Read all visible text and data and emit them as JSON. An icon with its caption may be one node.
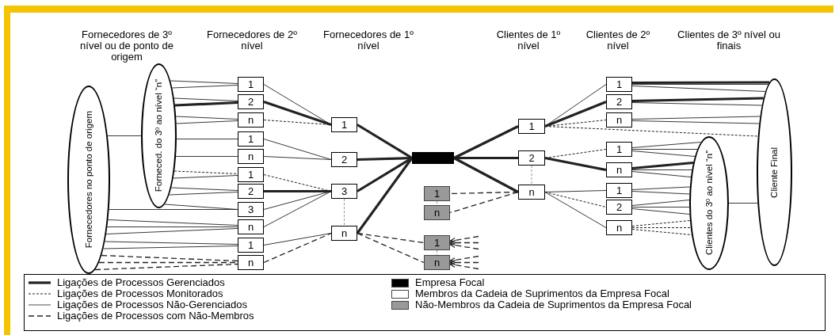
{
  "diagram": {
    "nodes": [
      {
        "text": [
          "Fornecedores no ponto de origem"
        ]
      },
      {
        "text": [
          "Forneced. do 3º ao nível “n”"
        ]
      },
      {
        "text": [
          "1"
        ]
      },
      {
        "text": [
          "2"
        ]
      },
      {
        "text": [
          "n"
        ]
      },
      {
        "text": [
          "1"
        ]
      },
      {
        "text": [
          "n"
        ]
      },
      {
        "text": [
          "1"
        ]
      },
      {
        "text": [
          "2"
        ]
      },
      {
        "text": [
          "3"
        ]
      },
      {
        "text": [
          "n"
        ]
      },
      {
        "text": [
          "1"
        ]
      },
      {
        "text": [
          "n"
        ]
      },
      {
        "text": [
          "1"
        ]
      },
      {
        "text": [
          "2"
        ]
      },
      {
        "text": [
          "3"
        ]
      },
      {
        "text": [
          "n"
        ]
      },
      {
        "text": [],
        "shape": "box"
      },
      {
        "text": [
          "1"
        ]
      },
      {
        "text": [
          "n"
        ]
      },
      {
        "text": [
          "1"
        ]
      },
      {
        "text": [
          "n"
        ]
      },
      {
        "text": [
          "1"
        ]
      },
      {
        "text": [
          "2"
        ]
      },
      {
        "text": [
          "n"
        ]
      },
      {
        "text": [
          "1"
        ]
      },
      {
        "text": [
          "2"
        ]
      },
      {
        "text": [
          "n"
        ]
      },
      {
        "text": [
          "1"
        ]
      },
      {
        "text": [
          "n"
        ]
      },
      {
        "text": [
          "1"
        ]
      },
      {
        "text": [
          "2"
        ]
      },
      {
        "text": [
          "n"
        ]
      },
      {
        "text": [
          "Clientes do 3º ao nível “n”"
        ]
      },
      {
        "text": [
          "Cliente Final"
        ]
      }
    ],
    "edges": [
      {
        "from": 0,
        "to": 1,
        "arrow": "none"
      },
      {
        "from": 1,
        "to": 2,
        "arrow": "none"
      },
      {
        "from": 1,
        "to": 2,
        "arrow": "none"
      },
      {
        "from": 1,
        "to": 3,
        "arrow": "none"
      },
      {
        "from": 1,
        "to": 3,
        "arrow": "none",
        "style": "thick"
      },
      {
        "from": 1,
        "to": 4,
        "arrow": "none"
      },
      {
        "from": 1,
        "to": 4,
        "arrow": "none"
      },
      {
        "from": 1,
        "to": 5,
        "arrow": "none"
      },
      {
        "from": 1,
        "to": 6,
        "arrow": "none"
      },
      {
        "from": 1,
        "to": 7,
        "arrow": "none",
        "style": "dashed"
      },
      {
        "from": 1,
        "to": 7,
        "arrow": "none"
      },
      {
        "from": 1,
        "to": 8,
        "arrow": "none"
      },
      {
        "from": 1,
        "to": 8,
        "arrow": "none"
      },
      {
        "from": 1,
        "to": 9,
        "arrow": "none"
      },
      {
        "from": 0,
        "to": 9,
        "arrow": "none"
      },
      {
        "from": 0,
        "to": 10,
        "arrow": "none"
      },
      {
        "from": 0,
        "to": 10,
        "arrow": "none"
      },
      {
        "from": 0,
        "to": 10,
        "arrow": "none"
      },
      {
        "from": 0,
        "to": 11,
        "arrow": "none"
      },
      {
        "from": 0,
        "to": 11,
        "arrow": "none"
      },
      {
        "from": 0,
        "to": 12,
        "arrow": "none",
        "style": "dashed"
      },
      {
        "from": 0,
        "to": 12,
        "arrow": "none",
        "style": "dashed"
      },
      {
        "from": 0,
        "to": 12,
        "arrow": "none",
        "style": "dashed"
      },
      {
        "from": 2,
        "to": 13,
        "arrow": "none"
      },
      {
        "from": 3,
        "to": 13,
        "arrow": "none",
        "style": "thick"
      },
      {
        "from": 4,
        "to": 13,
        "arrow": "none",
        "style": "dashed"
      },
      {
        "from": 5,
        "to": 14,
        "arrow": "none"
      },
      {
        "from": 6,
        "to": 14,
        "arrow": "none"
      },
      {
        "from": 7,
        "to": 15,
        "arrow": "none",
        "style": "dashed"
      },
      {
        "from": 8,
        "to": 15,
        "arrow": "none",
        "style": "thick"
      },
      {
        "from": 9,
        "to": 15,
        "arrow": "none"
      },
      {
        "from": 10,
        "to": 15,
        "arrow": "none"
      },
      {
        "from": 11,
        "to": 16,
        "arrow": "none"
      },
      {
        "from": 12,
        "to": 16,
        "arrow": "none",
        "style": "dashed"
      },
      {
        "from": 13,
        "to": 17,
        "arrow": "none",
        "style": "thick"
      },
      {
        "from": 14,
        "to": 17,
        "arrow": "none",
        "style": "thick"
      },
      {
        "from": 15,
        "to": 17,
        "arrow": "none",
        "style": "thick"
      },
      {
        "from": 16,
        "to": 17,
        "arrow": "none",
        "style": "thick"
      },
      {
        "from": 15,
        "to": 16,
        "arrow": "none",
        "style": "dashed",
        "color": "#999999"
      },
      {
        "from": 16,
        "to": 20,
        "arrow": "none",
        "style": "dashed"
      },
      {
        "from": 16,
        "to": 21,
        "arrow": "none",
        "style": "dashed"
      },
      {
        "from": 18,
        "to": 19,
        "arrow": "none",
        "style": "dashed",
        "color": "#999999"
      },
      {
        "from": 20,
        "to": 21,
        "arrow": "none",
        "style": "dashed",
        "color": "#999999"
      },
      {
        "from": null,
        "to": 20,
        "arrow": "to",
        "style": "dashed"
      },
      {
        "from": null,
        "to": 20,
        "arrow": "to",
        "style": "dashed"
      },
      {
        "from": null,
        "to": 20,
        "arrow": "to",
        "style": "dashed"
      },
      {
        "from": null,
        "to": 21,
        "arrow": "to",
        "style": "dashed"
      },
      {
        "from": null,
        "to": 21,
        "arrow": "to",
        "style": "dashed"
      },
      {
        "from": null,
        "to": 21,
        "arrow": "to",
        "style": "dashed"
      },
      {
        "from": 17,
        "to": 22,
        "arrow": "none",
        "style": "thick"
      },
      {
        "from": 17,
        "to": 23,
        "arrow": "none",
        "style": "thick"
      },
      {
        "from": 17,
        "to": 24,
        "arrow": "none",
        "style": "thick"
      },
      {
        "from": 23,
        "to": 24,
        "arrow": "none",
        "style": "dashed",
        "color": "#999999"
      },
      {
        "from": 24,
        "to": 18,
        "arrow": "none",
        "style": "dashed"
      },
      {
        "from": 24,
        "to": 19,
        "arrow": "none",
        "style": "dashed"
      },
      {
        "from": 22,
        "to": 25,
        "arrow": "none"
      },
      {
        "from": 22,
        "to": 26,
        "arrow": "none",
        "style": "thick"
      },
      {
        "from": 22,
        "to": 27,
        "arrow": "none",
        "style": "dashed"
      },
      {
        "from": 22,
        "to": 34,
        "arrow": "none",
        "style": "dashed"
      },
      {
        "from": 23,
        "to": 28,
        "arrow": "none",
        "style": "dashed"
      },
      {
        "from": 23,
        "to": 29,
        "arrow": "none",
        "style": "thick"
      },
      {
        "from": 24,
        "to": 30,
        "arrow": "none"
      },
      {
        "from": 24,
        "to": 31,
        "arrow": "none",
        "style": "dashed"
      },
      {
        "from": 24,
        "to": 32,
        "arrow": "none"
      },
      {
        "from": 25,
        "to": 34,
        "arrow": "none",
        "style": "thick"
      },
      {
        "from": 25,
        "to": 34,
        "arrow": "none"
      },
      {
        "from": 25,
        "to": 34,
        "arrow": "none"
      },
      {
        "from": 26,
        "to": 34,
        "arrow": "none",
        "style": "thick"
      },
      {
        "from": 26,
        "to": 34,
        "arrow": "none"
      },
      {
        "from": 27,
        "to": 34,
        "arrow": "none"
      },
      {
        "from": 27,
        "to": 34,
        "arrow": "none"
      },
      {
        "from": 28,
        "to": 33,
        "arrow": "none"
      },
      {
        "from": 28,
        "to": 33,
        "arrow": "none"
      },
      {
        "from": 28,
        "to": 33,
        "arrow": "none"
      },
      {
        "from": 29,
        "to": 33,
        "arrow": "none",
        "style": "thick"
      },
      {
        "from": 29,
        "to": 33,
        "arrow": "none"
      },
      {
        "from": 29,
        "to": 33,
        "arrow": "none"
      },
      {
        "from": 30,
        "to": 33,
        "arrow": "none"
      },
      {
        "from": 30,
        "to": 33,
        "arrow": "none"
      },
      {
        "from": 31,
        "to": 33,
        "arrow": "none"
      },
      {
        "from": 31,
        "to": 33,
        "arrow": "none"
      },
      {
        "from": 31,
        "to": 33,
        "arrow": "none"
      },
      {
        "from": 32,
        "to": 33,
        "arrow": "none",
        "style": "dashed"
      },
      {
        "from": 32,
        "to": 33,
        "arrow": "none",
        "style": "dashed"
      },
      {
        "from": 32,
        "to": 33,
        "arrow": "none",
        "style": "dashed"
      },
      {
        "from": 33,
        "to": 34,
        "arrow": "none"
      }
    ],
    "labels": [
      "Fornecedores de 3º nível ou de ponto de origem",
      "Fornecedores de 2º nível",
      "Fornecedores de 1º nível",
      "Clientes de 1º nível",
      "Clientes de 2º nível",
      "Clientes de 3º nível ou finais"
    ],
    "legend": [
      {
        "text": "Ligações de Processos Gerenciados"
      },
      {
        "text": "Ligações de Processos Monitorados"
      },
      {
        "text": "Ligações de Processos Não-Gerenciados"
      },
      {
        "text": "Ligações de Processos com Não-Membros"
      },
      {
        "text": "Empresa Focal",
        "color": "#000000"
      },
      {
        "text": "Membros da Cadeia de Suprimentos da Empresa Focal",
        "color": "#ffffff"
      },
      {
        "text": "Não-Membros da Cadeia de Suprimentos da Empresa Focal",
        "color": "#999999"
      }
    ]
  }
}
